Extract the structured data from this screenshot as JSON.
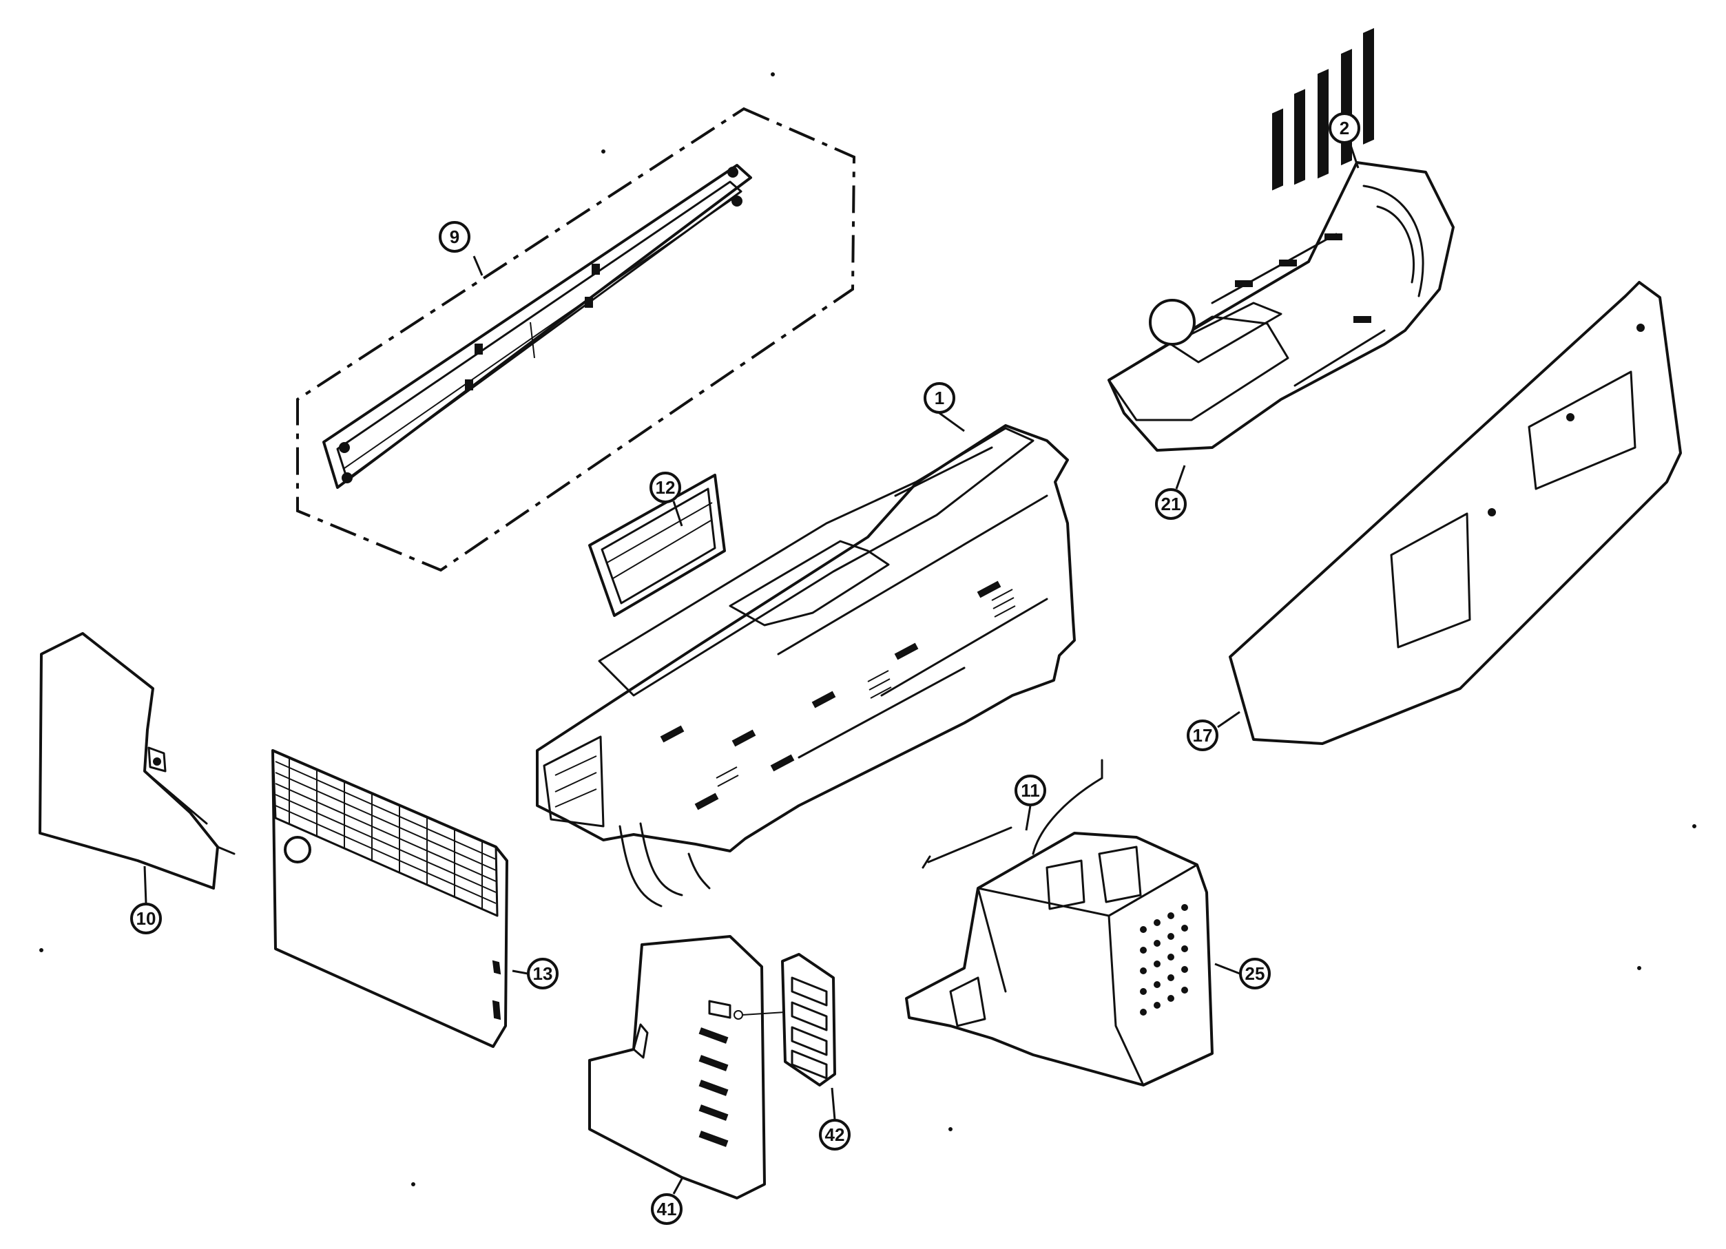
{
  "diagram": {
    "type": "exploded-parts-diagram",
    "callouts": [
      {
        "id": "c1",
        "label": "1",
        "part": "main-chassis"
      },
      {
        "id": "c2",
        "label": "2",
        "part": "print-engine-assembly"
      },
      {
        "id": "c9",
        "label": "9",
        "part": "top-cover-panel"
      },
      {
        "id": "c10",
        "label": "10",
        "part": "left-side-cover"
      },
      {
        "id": "c11",
        "label": "11",
        "part": "cable-harness"
      },
      {
        "id": "c12",
        "label": "12",
        "part": "window-frame"
      },
      {
        "id": "c13",
        "label": "13",
        "part": "front-grille-panel"
      },
      {
        "id": "c17",
        "label": "17",
        "part": "rear-cover-panel"
      },
      {
        "id": "c21",
        "label": "21",
        "part": "engine-base-plate"
      },
      {
        "id": "c25",
        "label": "25",
        "part": "electronics-module"
      },
      {
        "id": "c41",
        "label": "41",
        "part": "lower-front-cover"
      },
      {
        "id": "c42",
        "label": "42",
        "part": "button-bracket"
      }
    ]
  },
  "colors": {
    "ink": "#111111",
    "paper": "#ffffff"
  }
}
